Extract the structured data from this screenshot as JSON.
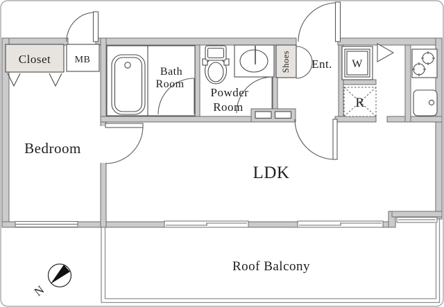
{
  "floorplan": {
    "rooms": {
      "closet": "Closet",
      "mb": "MB",
      "bath_line1": "Bath",
      "bath_line2": "Room",
      "powder_line1": "Powder",
      "powder_line2": "Room",
      "shoes": "Shoes",
      "entrance": "Ent.",
      "washer": "W",
      "refrigerator": "R",
      "bedroom": "Bedroom",
      "ldk": "LDK",
      "roof_balcony": "Roof Balcony"
    },
    "compass": {
      "north_label": "N"
    },
    "colors": {
      "wall_fill": "#cbcbcb",
      "wall_stroke": "#6b6b6b",
      "shaded_storage_fill": "#e7e4e0",
      "fixture_line": "#4a4a4a",
      "text": "#1f1f1f",
      "page_border": "#9a9a9a",
      "compass_needle": "#111111",
      "background": "#ffffff"
    }
  }
}
